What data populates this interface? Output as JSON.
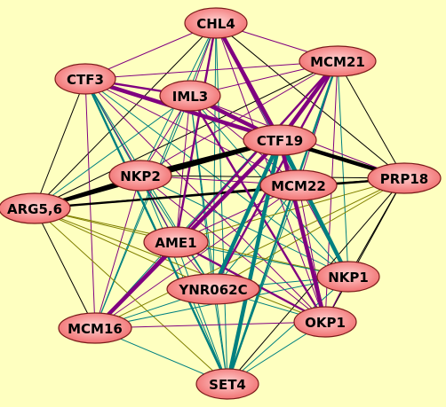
{
  "colors": {
    "background": "#FEFFC0",
    "node_fill_light": "#FFD2D2",
    "node_fill_dark": "#F06A6A",
    "edge_black": "#000000",
    "edge_purple": "#800080",
    "edge_teal": "#008080",
    "edge_olive": "#808000"
  },
  "nodes": [
    {
      "id": "CHL4",
      "label": "CHL4"
    },
    {
      "id": "MCM21",
      "label": "MCM21"
    },
    {
      "id": "CTF3",
      "label": "CTF3"
    },
    {
      "id": "IML3",
      "label": "IML3"
    },
    {
      "id": "CTF19",
      "label": "CTF19"
    },
    {
      "id": "NKP2",
      "label": "NKP2"
    },
    {
      "id": "MCM22",
      "label": "MCM22"
    },
    {
      "id": "PRP18",
      "label": "PRP18"
    },
    {
      "id": "ARG56",
      "label": "ARG5,6"
    },
    {
      "id": "AME1",
      "label": "AME1"
    },
    {
      "id": "NKP1",
      "label": "NKP1"
    },
    {
      "id": "YNR062C",
      "label": "YNR062C"
    },
    {
      "id": "OKP1",
      "label": "OKP1"
    },
    {
      "id": "MCM16",
      "label": "MCM16"
    },
    {
      "id": "SET4",
      "label": "SET4"
    }
  ],
  "edges": [
    {
      "source": "ARG56",
      "target": "CTF19",
      "color": "black",
      "weight": "heavy"
    },
    {
      "source": "NKP2",
      "target": "CTF19",
      "color": "black",
      "weight": "heavy"
    },
    {
      "source": "CTF19",
      "target": "PRP18",
      "color": "black",
      "weight": "heavy"
    },
    {
      "source": "CTF3",
      "target": "CTF19",
      "color": "purple",
      "weight": "heavy"
    },
    {
      "source": "IML3",
      "target": "CTF19",
      "color": "purple",
      "weight": "heavy"
    },
    {
      "source": "CHL4",
      "target": "CTF19",
      "color": "purple",
      "weight": "heavy"
    },
    {
      "source": "MCM21",
      "target": "CTF19",
      "color": "purple",
      "weight": "heavy"
    },
    {
      "source": "CTF19",
      "target": "MCM16",
      "color": "purple",
      "weight": "heavy"
    },
    {
      "source": "CTF19",
      "target": "OKP1",
      "color": "purple",
      "weight": "heavy"
    },
    {
      "source": "CTF19",
      "target": "SET4",
      "color": "teal",
      "weight": "heavy"
    },
    {
      "source": "CTF19",
      "target": "NKP1",
      "color": "teal",
      "weight": "heavy"
    },
    {
      "source": "CTF19",
      "target": "YNR062C",
      "color": "teal",
      "weight": "heavy"
    },
    {
      "source": "ARG56",
      "target": "NKP2",
      "color": "black",
      "weight": "medium"
    },
    {
      "source": "ARG56",
      "target": "PRP18",
      "color": "black",
      "weight": "medium"
    },
    {
      "source": "CTF3",
      "target": "IML3",
      "color": "purple",
      "weight": "medium"
    },
    {
      "source": "CHL4",
      "target": "AME1",
      "color": "purple",
      "weight": "medium"
    },
    {
      "source": "MCM21",
      "target": "AME1",
      "color": "purple",
      "weight": "medium"
    },
    {
      "source": "MCM21",
      "target": "YNR062C",
      "color": "purple",
      "weight": "medium"
    },
    {
      "source": "IML3",
      "target": "OKP1",
      "color": "purple",
      "weight": "medium"
    },
    {
      "source": "AME1",
      "target": "OKP1",
      "color": "purple",
      "weight": "medium"
    },
    {
      "source": "MCM21",
      "target": "SET4",
      "color": "teal",
      "weight": "medium"
    },
    {
      "source": "CTF3",
      "target": "SET4",
      "color": "teal",
      "weight": "medium"
    },
    {
      "source": "CHL4",
      "target": "MCM21",
      "color": "purple",
      "weight": "light"
    },
    {
      "source": "CHL4",
      "target": "CTF3",
      "color": "purple",
      "weight": "light"
    },
    {
      "source": "CHL4",
      "target": "IML3",
      "color": "purple",
      "weight": "light"
    },
    {
      "source": "CHL4",
      "target": "NKP2",
      "color": "teal",
      "weight": "light"
    },
    {
      "source": "CHL4",
      "target": "ARG56",
      "color": "black",
      "weight": "light"
    },
    {
      "source": "CHL4",
      "target": "PRP18",
      "color": "black",
      "weight": "light"
    },
    {
      "source": "CHL4",
      "target": "MCM22",
      "color": "purple",
      "weight": "light"
    },
    {
      "source": "CHL4",
      "target": "NKP1",
      "color": "teal",
      "weight": "light"
    },
    {
      "source": "CHL4",
      "target": "YNR062C",
      "color": "teal",
      "weight": "light"
    },
    {
      "source": "CHL4",
      "target": "OKP1",
      "color": "purple",
      "weight": "light"
    },
    {
      "source": "CHL4",
      "target": "SET4",
      "color": "teal",
      "weight": "light"
    },
    {
      "source": "CHL4",
      "target": "MCM16",
      "color": "teal",
      "weight": "light"
    },
    {
      "source": "MCM21",
      "target": "CTF3",
      "color": "purple",
      "weight": "light"
    },
    {
      "source": "MCM21",
      "target": "IML3",
      "color": "purple",
      "weight": "light"
    },
    {
      "source": "MCM21",
      "target": "NKP2",
      "color": "purple",
      "weight": "light"
    },
    {
      "source": "MCM21",
      "target": "PRP18",
      "color": "black",
      "weight": "light"
    },
    {
      "source": "MCM21",
      "target": "ARG56",
      "color": "black",
      "weight": "light"
    },
    {
      "source": "MCM21",
      "target": "MCM22",
      "color": "purple",
      "weight": "light"
    },
    {
      "source": "MCM21",
      "target": "NKP1",
      "color": "teal",
      "weight": "light"
    },
    {
      "source": "MCM21",
      "target": "OKP1",
      "color": "purple",
      "weight": "light"
    },
    {
      "source": "MCM21",
      "target": "MCM16",
      "color": "teal",
      "weight": "light"
    },
    {
      "source": "CTF3",
      "target": "NKP2",
      "color": "purple",
      "weight": "light"
    },
    {
      "source": "CTF3",
      "target": "ARG56",
      "color": "black",
      "weight": "light"
    },
    {
      "source": "CTF3",
      "target": "AME1",
      "color": "teal",
      "weight": "light"
    },
    {
      "source": "CTF3",
      "target": "YNR062C",
      "color": "teal",
      "weight": "light"
    },
    {
      "source": "CTF3",
      "target": "MCM16",
      "color": "purple",
      "weight": "light"
    },
    {
      "source": "CTF3",
      "target": "OKP1",
      "color": "purple",
      "weight": "light"
    },
    {
      "source": "CTF3",
      "target": "NKP1",
      "color": "teal",
      "weight": "light"
    },
    {
      "source": "CTF3",
      "target": "MCM22",
      "color": "purple",
      "weight": "light"
    },
    {
      "source": "IML3",
      "target": "NKP2",
      "color": "purple",
      "weight": "light"
    },
    {
      "source": "IML3",
      "target": "ARG56",
      "color": "teal",
      "weight": "light"
    },
    {
      "source": "IML3",
      "target": "AME1",
      "color": "purple",
      "weight": "light"
    },
    {
      "source": "IML3",
      "target": "YNR062C",
      "color": "teal",
      "weight": "light"
    },
    {
      "source": "IML3",
      "target": "NKP1",
      "color": "teal",
      "weight": "light"
    },
    {
      "source": "IML3",
      "target": "SET4",
      "color": "teal",
      "weight": "light"
    },
    {
      "source": "IML3",
      "target": "MCM16",
      "color": "teal",
      "weight": "light"
    },
    {
      "source": "IML3",
      "target": "PRP18",
      "color": "purple",
      "weight": "light"
    },
    {
      "source": "IML3",
      "target": "MCM22",
      "color": "purple",
      "weight": "light"
    },
    {
      "source": "NKP2",
      "target": "MCM22",
      "color": "purple",
      "weight": "light"
    },
    {
      "source": "NKP2",
      "target": "PRP18",
      "color": "black",
      "weight": "light"
    },
    {
      "source": "NKP2",
      "target": "AME1",
      "color": "purple",
      "weight": "light"
    },
    {
      "source": "NKP2",
      "target": "YNR062C",
      "color": "teal",
      "weight": "light"
    },
    {
      "source": "NKP2",
      "target": "OKP1",
      "color": "purple",
      "weight": "light"
    },
    {
      "source": "NKP2",
      "target": "NKP1",
      "color": "teal",
      "weight": "light"
    },
    {
      "source": "NKP2",
      "target": "SET4",
      "color": "teal",
      "weight": "light"
    },
    {
      "source": "NKP2",
      "target": "MCM16",
      "color": "purple",
      "weight": "light"
    },
    {
      "source": "MCM22",
      "target": "PRP18",
      "color": "black",
      "weight": "light"
    },
    {
      "source": "MCM22",
      "target": "ARG56",
      "color": "black",
      "weight": "light"
    },
    {
      "source": "MCM22",
      "target": "AME1",
      "color": "purple",
      "weight": "light"
    },
    {
      "source": "MCM22",
      "target": "NKP1",
      "color": "purple",
      "weight": "light"
    },
    {
      "source": "MCM22",
      "target": "OKP1",
      "color": "purple",
      "weight": "light"
    },
    {
      "source": "MCM22",
      "target": "YNR062C",
      "color": "teal",
      "weight": "light"
    },
    {
      "source": "MCM22",
      "target": "SET4",
      "color": "teal",
      "weight": "light"
    },
    {
      "source": "MCM22",
      "target": "MCM16",
      "color": "purple",
      "weight": "light"
    },
    {
      "source": "PRP18",
      "target": "NKP1",
      "color": "black",
      "weight": "light"
    },
    {
      "source": "PRP18",
      "target": "OKP1",
      "color": "black",
      "weight": "light"
    },
    {
      "source": "PRP18",
      "target": "AME1",
      "color": "olive",
      "weight": "light"
    },
    {
      "source": "PRP18",
      "target": "YNR062C",
      "color": "olive",
      "weight": "light"
    },
    {
      "source": "PRP18",
      "target": "SET4",
      "color": "black",
      "weight": "light"
    },
    {
      "source": "PRP18",
      "target": "MCM16",
      "color": "olive",
      "weight": "light"
    },
    {
      "source": "ARG56",
      "target": "AME1",
      "color": "olive",
      "weight": "light"
    },
    {
      "source": "ARG56",
      "target": "YNR062C",
      "color": "olive",
      "weight": "light"
    },
    {
      "source": "ARG56",
      "target": "NKP1",
      "color": "olive",
      "weight": "light"
    },
    {
      "source": "ARG56",
      "target": "OKP1",
      "color": "olive",
      "weight": "light"
    },
    {
      "source": "ARG56",
      "target": "MCM16",
      "color": "black",
      "weight": "light"
    },
    {
      "source": "ARG56",
      "target": "SET4",
      "color": "olive",
      "weight": "light"
    },
    {
      "source": "AME1",
      "target": "YNR062C",
      "color": "purple",
      "weight": "light"
    },
    {
      "source": "AME1",
      "target": "NKP1",
      "color": "teal",
      "weight": "light"
    },
    {
      "source": "AME1",
      "target": "MCM16",
      "color": "purple",
      "weight": "light"
    },
    {
      "source": "AME1",
      "target": "SET4",
      "color": "teal",
      "weight": "light"
    },
    {
      "source": "NKP1",
      "target": "YNR062C",
      "color": "teal",
      "weight": "light"
    },
    {
      "source": "NKP1",
      "target": "OKP1",
      "color": "purple",
      "weight": "light"
    },
    {
      "source": "NKP1",
      "target": "MCM16",
      "color": "teal",
      "weight": "light"
    },
    {
      "source": "NKP1",
      "target": "SET4",
      "color": "teal",
      "weight": "light"
    },
    {
      "source": "YNR062C",
      "target": "OKP1",
      "color": "teal",
      "weight": "light"
    },
    {
      "source": "YNR062C",
      "target": "MCM16",
      "color": "teal",
      "weight": "light"
    },
    {
      "source": "YNR062C",
      "target": "SET4",
      "color": "teal",
      "weight": "light"
    },
    {
      "source": "OKP1",
      "target": "MCM16",
      "color": "purple",
      "weight": "light"
    },
    {
      "source": "OKP1",
      "target": "SET4",
      "color": "teal",
      "weight": "light"
    },
    {
      "source": "MCM16",
      "target": "SET4",
      "color": "teal",
      "weight": "light"
    }
  ]
}
